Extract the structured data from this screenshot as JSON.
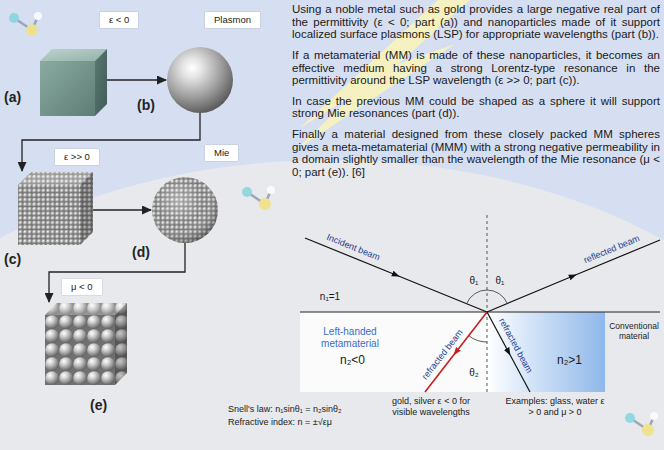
{
  "diagram": {
    "nodes": [
      {
        "text": [
          "ε < 0"
        ]
      },
      {
        "text": [
          "(a)"
        ]
      },
      {
        "text": [
          "Plasmon"
        ]
      },
      {
        "text": [
          "(b)"
        ]
      },
      {
        "text": [
          "ε >> 0"
        ]
      },
      {
        "text": [
          "(c)"
        ]
      },
      {
        "text": [
          "Mie"
        ]
      },
      {
        "text": [
          "(d)"
        ]
      },
      {
        "text": [
          "μ < 0"
        ]
      },
      {
        "text": [
          "(e)"
        ]
      },
      {
        "text": [
          "Left-handed metamaterial",
          "n₂<0"
        ]
      },
      {
        "text": [
          "Conventional material",
          "n₂>1"
        ]
      }
    ],
    "edges": [
      {
        "from": 1,
        "to": 3,
        "arrow": "to"
      },
      {
        "from": 3,
        "to": 5,
        "arrow": "to"
      },
      {
        "from": 5,
        "to": 7,
        "arrow": "to"
      },
      {
        "from": 7,
        "to": 9,
        "arrow": "to"
      }
    ],
    "labels": [
      "Using a noble metal such as gold provides a large negative real part of the permittivity (ε < 0; part (a)) and nanoparticles made of it support localized surface plasmons (LSP) for appropriate wavelengths (part (b)).",
      "If a metamaterial (MM) is made of these nanoparticles, it becomes an effective medium having a strong Lorentz-type resonance in the permittivity around the LSP wavelength (ε >> 0; part (c)).",
      "In case the previous MM could be shaped as a sphere it will support strong Mie resonances (part (d)).",
      "Finally a material designed from these closely packed MM spheres gives a meta-metamaterial (MMM) with a strong negative permeability in a domain slightly smaller than the wavelength of the Mie resonance (μ < 0; part (e)). [6]",
      "Incident beam",
      "θ₁",
      "θ₁",
      "reflected beam",
      "n₁=1",
      "refracted beam",
      "θ₂",
      "refracted beam",
      "gold, silver ε < 0 for visible wavelengths",
      "Examples: glass, water ε > 0 and μ > 0",
      "Snell's law: n₁sinθ₁ = n₂sinθ₂",
      "Refractive index: n = ±√εμ"
    ]
  }
}
